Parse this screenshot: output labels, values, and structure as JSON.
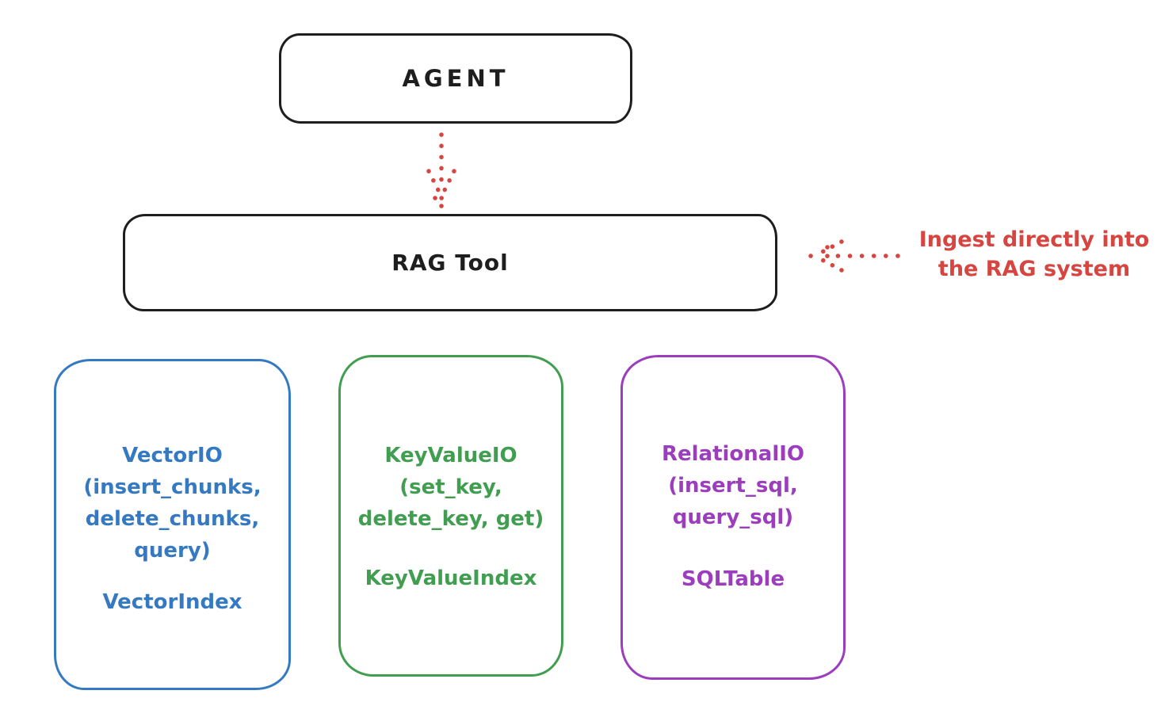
{
  "diagram": {
    "title_hint": "RAG Tool architecture sketch",
    "agent": {
      "label": "AGENT",
      "stroke_color": "#1e1e1e"
    },
    "rag_tool": {
      "label": "RAG Tool",
      "stroke_color": "#1e1e1e"
    },
    "annotation": {
      "line1": "Ingest directly into",
      "line2": "the RAG system",
      "color": "#d64540"
    },
    "arrows": [
      {
        "id": "agent-to-ragtool",
        "style": "dotted",
        "direction": "down",
        "color": "#d64540"
      },
      {
        "id": "annotation-to-ragtool",
        "style": "dotted",
        "direction": "left",
        "color": "#d64540"
      }
    ],
    "backends": [
      {
        "id": "vector-io",
        "color": "#3579c2",
        "lines": [
          "VectorIO",
          "(insert_chunks,",
          "delete_chunks,",
          "query)"
        ],
        "index_label": "VectorIndex"
      },
      {
        "id": "keyvalue-io",
        "color": "#419e50",
        "lines": [
          "KeyValueIO",
          "(set_key,",
          "delete_key, get)"
        ],
        "index_label": "KeyValueIndex"
      },
      {
        "id": "relational-io",
        "color": "#9c3dbd",
        "lines": [
          "RelationalIO",
          "(insert_sql,",
          "query_sql)"
        ],
        "index_label": "SQLTable"
      }
    ]
  }
}
